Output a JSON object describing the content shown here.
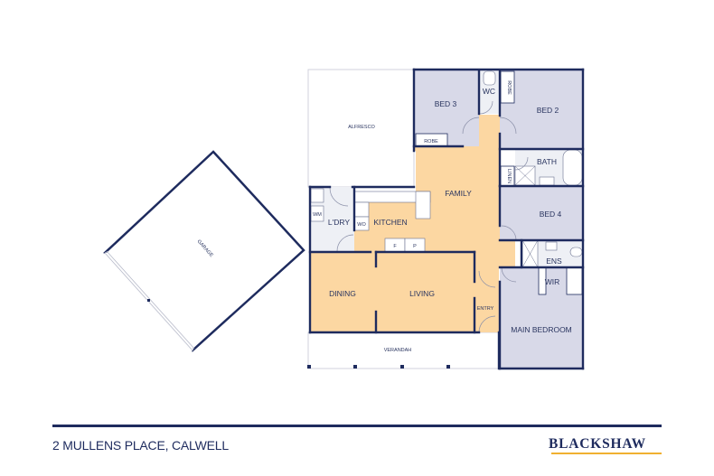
{
  "colors": {
    "wall": "#1e2b5e",
    "living_fill": "#fcd7a2",
    "bedroom_fill": "#d8d9e8",
    "wet_fill": "#eef0f5",
    "outdoor_fill": "#ffffff",
    "brand_underline": "#f0b030"
  },
  "rooms": {
    "alfresco": "ALFRESCO",
    "bed3": "BED 3",
    "robe_bed3": "ROBE",
    "wc": "WC",
    "robe_bed2": "ROBE",
    "bed2": "BED 2",
    "bath": "BATH",
    "linen": "LINEN",
    "family": "FAMILY",
    "kitchen": "KITCHEN",
    "laundry": "L'DRY",
    "wm": "WM",
    "wo": "WO",
    "fridge": "F",
    "pantry": "P",
    "bed4": "BED 4",
    "ens": "ENS",
    "wir": "WIR",
    "dining": "DINING",
    "living": "LIVING",
    "entry": "ENTRY",
    "main_bedroom": "MAIN BEDROOM",
    "verandah": "VERANDAH",
    "garage": "GARAGE"
  },
  "footer": {
    "address": "2 MULLENS PLACE, CALWELL",
    "brand": "BLACKSHAW"
  }
}
